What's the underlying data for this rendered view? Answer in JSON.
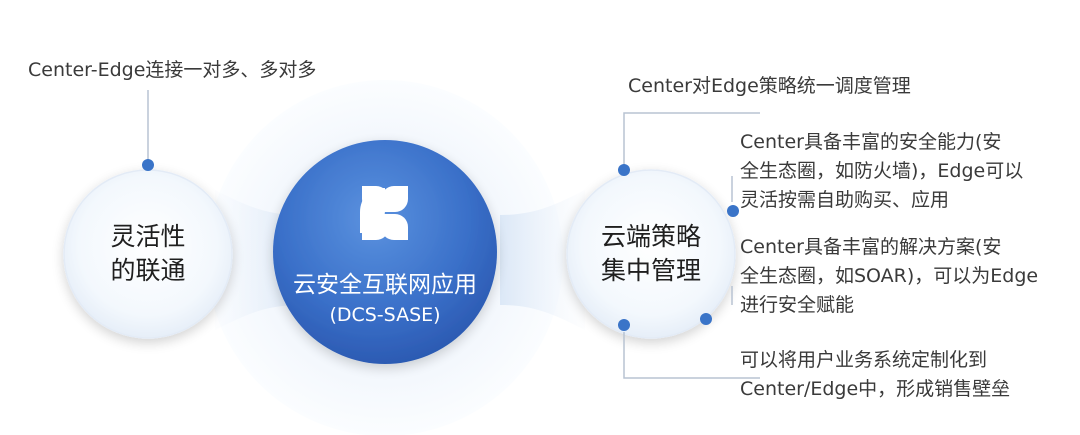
{
  "diagram": {
    "left_top": "Center-Edge连接一对多、多对多",
    "right_top": "Center对Edge策略统一调度管理",
    "left_circle": {
      "line1": "灵活性",
      "line2": "的联通"
    },
    "right_circle": {
      "line1": "云端策略",
      "line2": "集中管理"
    },
    "center": {
      "title": "云安全互联网应用",
      "subtitle": "(DCS-SASE)",
      "icon": "four-petal-flower-icon"
    },
    "right_items": [
      {
        "line1": "Center具备丰富的安全能力(安",
        "line2": "全生态圈，如防火墙)，Edge可以",
        "line3": "灵活按需自助购买、应用"
      },
      {
        "line1": "Center具备丰富的解决方案(安",
        "line2": "全生态圈，如SOAR)，可以为Edge",
        "line3": "进行安全赋能"
      },
      {
        "line1": "可以将用户业务系统定制化到",
        "line2": "Center/Edge中，形成销售壁垒"
      }
    ],
    "colors": {
      "center_blue_light": "#4f86d8",
      "center_blue_dark": "#2b5db8",
      "dot_blue": "#3a74c8",
      "line_gray": "#b8c3d2"
    }
  }
}
